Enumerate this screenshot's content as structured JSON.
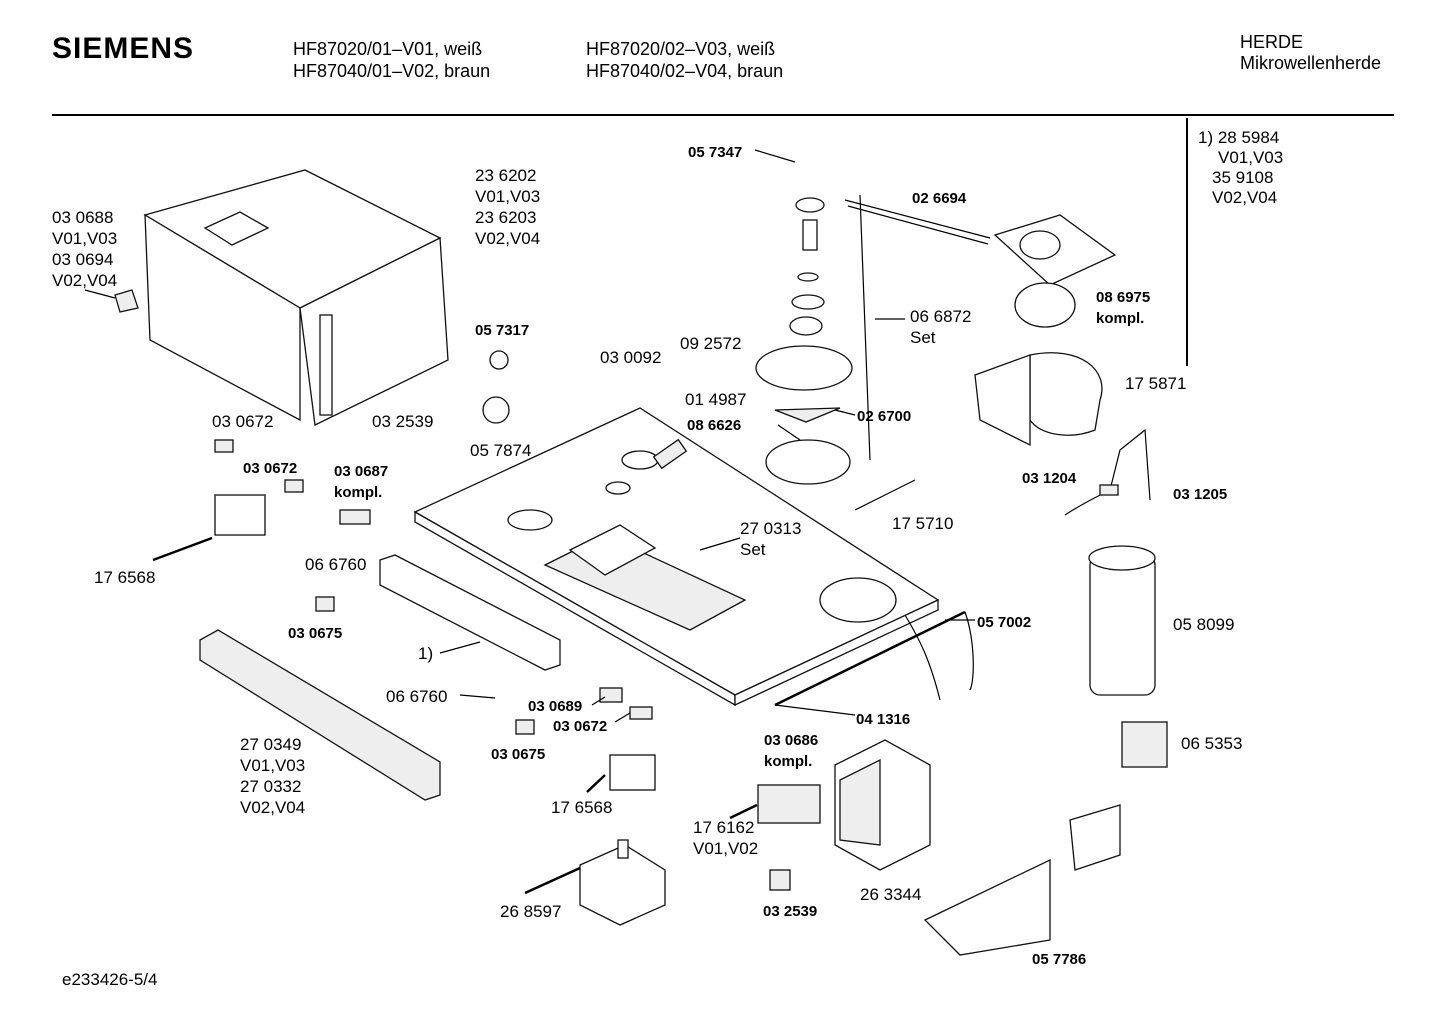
{
  "header": {
    "brand": "SIEMENS",
    "models_left": [
      "HF87020/01–V01, weiß",
      "HF87040/01–V02, braun"
    ],
    "models_right": [
      "HF87020/02–V03, weiß",
      "HF87040/02–V04, braun"
    ],
    "category": "HERDE",
    "subcategory": "Mikrowellenherde"
  },
  "note": [
    "1) 28 5984",
    "V01,V03",
    "35 9108",
    "V02,V04"
  ],
  "footer": {
    "doc_id": "e233426-5/4"
  },
  "parts": [
    {
      "text": "05 7347",
      "bold": true
    },
    {
      "text": "02 6694",
      "bold": true
    },
    {
      "text": "23 6202\nV01,V03\n23 6203\nV02,V04",
      "bold": false
    },
    {
      "text": "03 0688\nV01,V03\n03 0694\nV02,V04",
      "bold": false
    },
    {
      "text": "08 6975\nkompl.",
      "bold": true
    },
    {
      "text": "06 6872\nSet",
      "bold": false
    },
    {
      "text": "05 7317",
      "bold": true
    },
    {
      "text": "09 2572",
      "bold": false
    },
    {
      "text": "03 0092",
      "bold": false
    },
    {
      "text": "17 5871",
      "bold": false
    },
    {
      "text": "01 4987",
      "bold": false
    },
    {
      "text": "02 6700",
      "bold": true
    },
    {
      "text": "08 6626",
      "bold": true
    },
    {
      "text": "03 0672",
      "bold": false
    },
    {
      "text": "03 2539",
      "bold": false
    },
    {
      "text": "05 7874",
      "bold": false
    },
    {
      "text": "03 0672",
      "bold": true
    },
    {
      "text": "03 0687\nkompl.",
      "bold": true
    },
    {
      "text": "03 1204",
      "bold": true
    },
    {
      "text": "03 1205",
      "bold": true
    },
    {
      "text": "17 5710",
      "bold": false
    },
    {
      "text": "27 0313\nSet",
      "bold": false
    },
    {
      "text": "17 6568",
      "bold": false
    },
    {
      "text": "06 6760",
      "bold": false
    },
    {
      "text": "03 0675",
      "bold": true
    },
    {
      "text": "05 7002",
      "bold": true
    },
    {
      "text": "05 8099",
      "bold": false
    },
    {
      "text": "1)",
      "bold": false
    },
    {
      "text": "06 6760",
      "bold": false
    },
    {
      "text": "03 0689",
      "bold": true
    },
    {
      "text": "03 0672",
      "bold": true
    },
    {
      "text": "04 1316",
      "bold": true
    },
    {
      "text": "03 0675",
      "bold": true
    },
    {
      "text": "27 0349\nV01,V03\n27 0332\nV02,V04",
      "bold": false
    },
    {
      "text": "03 0686\nkompl.",
      "bold": true
    },
    {
      "text": "06 5353",
      "bold": false
    },
    {
      "text": "17 6568",
      "bold": false
    },
    {
      "text": "17 6162\nV01,V02",
      "bold": false
    },
    {
      "text": "26 3344",
      "bold": false
    },
    {
      "text": "26 8597",
      "bold": false
    },
    {
      "text": "03 2539",
      "bold": true
    },
    {
      "text": "05 7786",
      "bold": true
    }
  ]
}
